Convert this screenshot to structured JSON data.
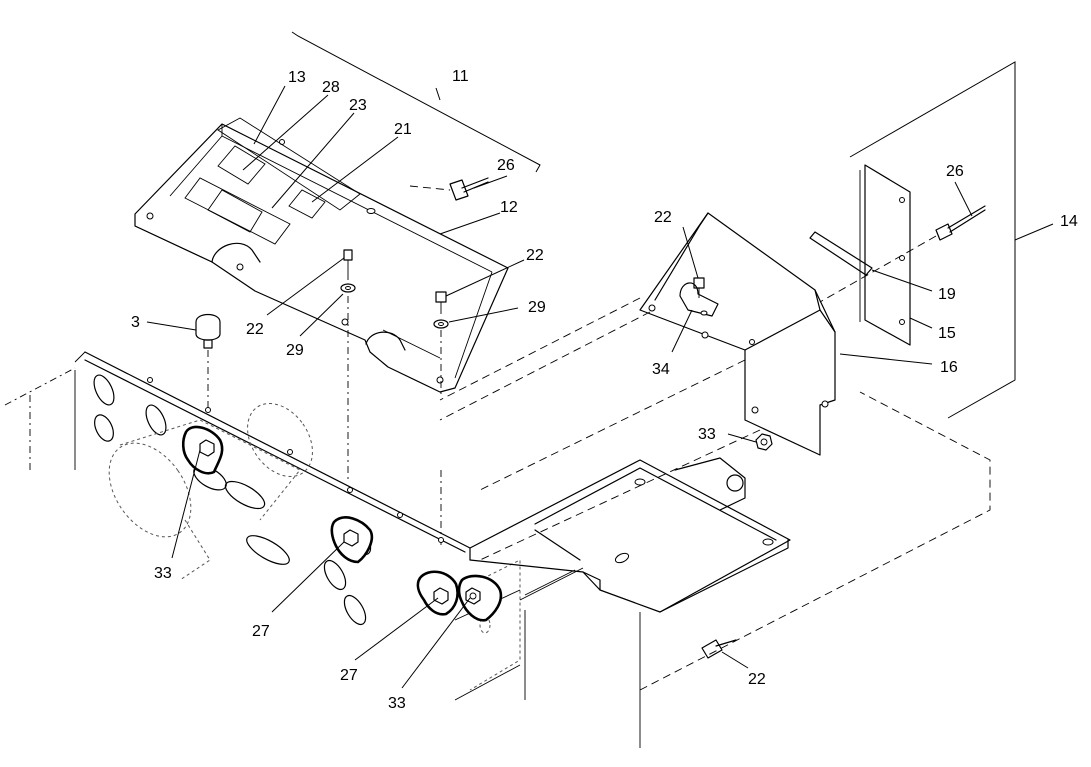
{
  "callouts": {
    "c_11": "11",
    "c_13": "13",
    "c_28": "28",
    "c_23": "23",
    "c_21": "21",
    "c_26_top": "26",
    "c_12": "12",
    "c_22_a": "22",
    "c_22_b": "22",
    "c_22_c": "22",
    "c_22_d": "22",
    "c_29_a": "29",
    "c_29_b": "29",
    "c_3": "3",
    "c_26_right": "26",
    "c_14": "14",
    "c_19": "19",
    "c_15": "15",
    "c_16": "16",
    "c_34": "34",
    "c_33_a": "33",
    "c_33_b": "33",
    "c_33_c": "33",
    "c_27_a": "27",
    "c_27_b": "27"
  },
  "colors": {
    "line": "#000000",
    "background": "#ffffff"
  }
}
